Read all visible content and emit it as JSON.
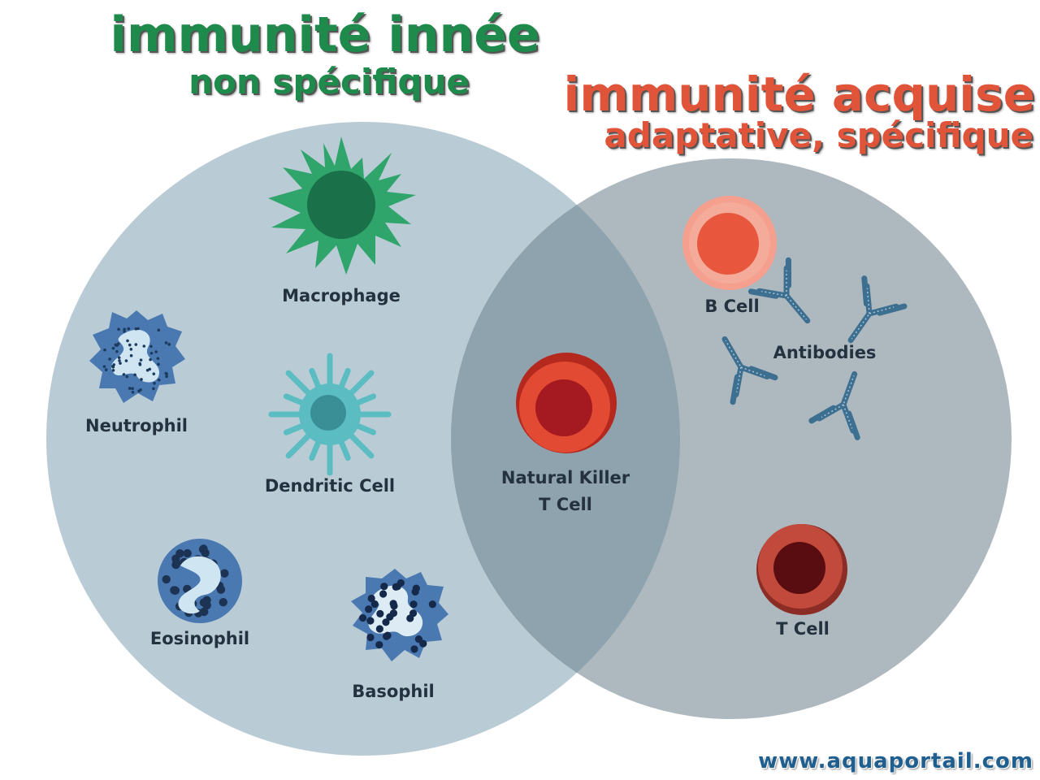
{
  "titles": {
    "innate_main": "immunité innée",
    "innate_sub": "non spécifique",
    "acquired_main": "immunité acquise",
    "acquired_sub": "adaptative, spécifique"
  },
  "cells": {
    "macrophage": "Macrophage",
    "neutrophil": "Neutrophil",
    "dendritic": "Dendritic Cell",
    "eosinophil": "Eosinophil",
    "basophil": "Basophil",
    "nk_line1": "Natural Killer",
    "nk_line2": "T Cell",
    "b_cell": "B Cell",
    "antibodies": "Antibodies",
    "t_cell": "T Cell"
  },
  "footer": {
    "url": "www.aquaportail.com"
  },
  "colors": {
    "innate_circle": "#b9ccd6",
    "acquired_circle": "#aeb8bf",
    "overlap": "#8fa3ae",
    "innate_title": "#1e8a4c",
    "acquired_title": "#e0543a",
    "macrophage": "#2fa56b",
    "dendritic": "#5bbcc2",
    "granulocyte": "#4a78b0",
    "antibody": "#3d6f91",
    "nk_cell": "#e24a33",
    "b_cell": "#e8563d",
    "t_cell": "#c24a3c"
  }
}
